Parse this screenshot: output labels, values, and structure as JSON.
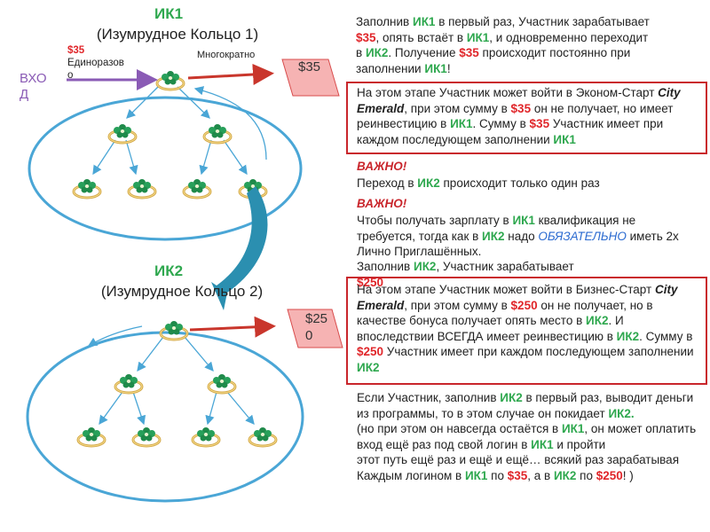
{
  "ik1": {
    "title": "ИК1",
    "subtitle": "(Изумрудное Кольцо 1)",
    "entry_label": "ВХОД",
    "onetime_price": "$35",
    "onetime_label": "Единоразово",
    "multi_label": "Многократно",
    "payout": "$35"
  },
  "ik2": {
    "title": "ИК2",
    "subtitle": "(Изумрудное Кольцо 2)",
    "payout": "$250"
  },
  "text": {
    "p1_a": "Заполнив ",
    "p1_ik1": "ИК1",
    "p1_b": " в первый раз, Участник зарабатывает",
    "p1_price": "$35",
    "p1_c": ", опять встаёт в ",
    "p1_ik1b": "ИК1",
    "p1_d": ", и одновременно переходит",
    "p1_e": "в ",
    "p1_ik2": "ИК2",
    "p1_f": ". Получение ",
    "p1_price2": "$35",
    "p1_g": " происходит постоянно при",
    "p1_h": "заполнении ",
    "p1_ik1c": "ИК1",
    "p1_i": "!",
    "box1_a": "На этом этапе Участник может войти в Эконом-Старт ",
    "box1_ce": "City Emerald",
    "box1_b": ", при этом сумму в ",
    "box1_price": "$35",
    "box1_c": " он не получает, но имеет реинвестицию в ",
    "box1_ik1": "ИК1",
    "box1_d": ". Сумму в ",
    "box1_price2": "$35",
    "box1_e": " Участник имеет при каждом последующем заполнении ",
    "box1_ik1b": "ИК1",
    "warn1": "ВАЖНО!",
    "w1_a": "Переход в ",
    "w1_ik2": "ИК2",
    "w1_b": " происходит только один раз",
    "warn2": "ВАЖНО!",
    "w2_a": "Чтобы получать зарплату в ",
    "w2_ik1": "ИК1",
    "w2_b": " квалификация не требуется, тогда как в ",
    "w2_ik2": "ИК2",
    "w2_c": " надо ",
    "w2_must": "ОБЯЗАТЕЛЬНО",
    "w2_d": " иметь 2х Лично Приглашённых.",
    "p2_a": "Заполнив ",
    "p2_ik2": "ИК2",
    "p2_b": ", Участник зарабатывает",
    "p2_price": "$250",
    "box2_a": "На этом этапе Участник может войти в Бизнес-Старт ",
    "box2_ce": "City Emerald",
    "box2_b": ", при этом сумму в ",
    "box2_price": "$250",
    "box2_c": " он не получает, но в качестве бонуса получает опять место в ",
    "box2_ik2": "ИК2",
    "box2_d": ".  И впоследствии ВСЕГДА имеет реинвестицию в ",
    "box2_ik2b": "ИК2",
    "box2_e": ". Сумму в ",
    "box2_price2": "$250",
    "box2_f": " Участник имеет при каждом последующем заполнении ",
    "box2_ik2c": "ИК2",
    "p3_a": "Если Участник, заполнив ",
    "p3_ik2": "ИК2",
    "p3_b": " в первый раз, выводит деньги из программы, то в этом случае он покидает ",
    "p3_ik2b": "ИК2.",
    "p3_c": "(но при этом он навсегда остаётся в ",
    "p3_ik1": "ИК1",
    "p3_d": ", он может оплатить вход ещё раз под свой логин в ",
    "p3_ik1b": "ИК1",
    "p3_e": " и пройти",
    "p3_f": "этот путь ещё раз и ещё и ещё… всякий раз зарабатывая",
    "p3_g": "Каждым логином в ",
    "p3_ik1c": "ИК1",
    "p3_h": " по ",
    "p3_price1": "$35",
    "p3_i": ", а в ",
    "p3_ik2c": "ИК2",
    "p3_j": " по ",
    "p3_price2": "$250",
    "p3_k": "! )"
  },
  "icons": [
    "emerald-ring-icon",
    "arrow-icon"
  ],
  "colors": {
    "green": "#2fa84f",
    "red": "#e0262a",
    "box_border": "#c9262c",
    "ellipse": "#4aa6d6",
    "teal_arrow": "#2b8fb0",
    "purple_arrow": "#8a5bb5"
  }
}
